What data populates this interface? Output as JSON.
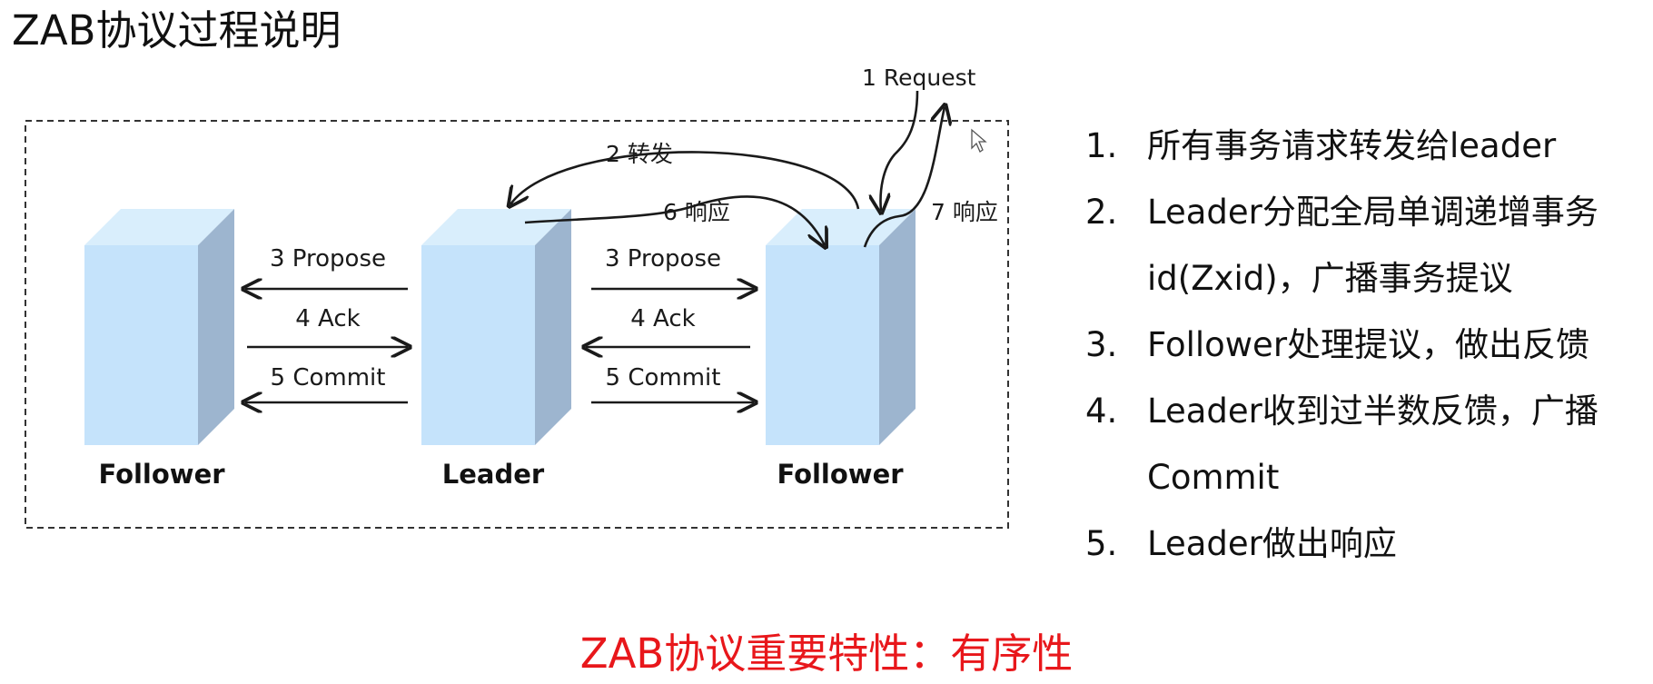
{
  "title": "ZAB协议过程说明",
  "diagram": {
    "nodes": [
      {
        "id": "follower-left",
        "label": "Follower"
      },
      {
        "id": "leader",
        "label": "Leader"
      },
      {
        "id": "follower-right",
        "label": "Follower"
      }
    ],
    "edge_labels": {
      "request": "1 Request",
      "forward": "2 转发",
      "propose_left": "3 Propose",
      "ack_left": "4 Ack",
      "commit_left": "5 Commit",
      "propose_right": "3 Propose",
      "ack_right": "4 Ack",
      "commit_right": "5 Commit",
      "response_6": "6 响应",
      "response_7": "7 响应"
    },
    "colors": {
      "box_front": "#c5e3fb",
      "box_top": "#d9eefc",
      "box_side": "#9db5cf",
      "border": "#333333"
    }
  },
  "steps": [
    {
      "num": "1.",
      "text": "所有事务请求转发给leader"
    },
    {
      "num": "2.",
      "text": "Leader分配全局单调递增事务id(Zxid)，广播事务提议"
    },
    {
      "num": "3.",
      "text": "Follower处理提议，做出反馈"
    },
    {
      "num": "4.",
      "text": "Leader收到过半数反馈，广播Commit"
    },
    {
      "num": "5.",
      "text": "Leader做出响应"
    }
  ],
  "highlight": {
    "text": "ZAB协议重要特性：有序性",
    "color": "#e8171b"
  }
}
